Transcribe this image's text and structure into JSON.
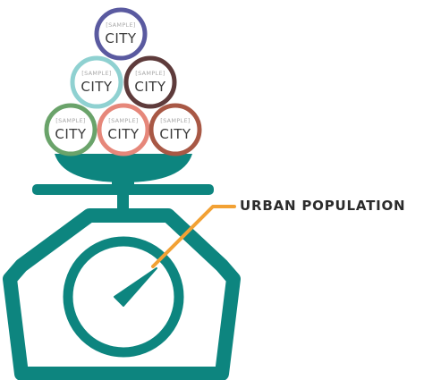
{
  "coin": {
    "small_label": "[SAMPLE]",
    "big_label": "CITY"
  },
  "callout": {
    "label": "URBAN POPULATION"
  },
  "colors": {
    "scale": "#0d857f",
    "callout_line": "#f2a134",
    "coin_text": "#3a3a3a",
    "coin_small_text": "#a9a9a9",
    "coins": {
      "top": "#5a5aa0",
      "middle_left": "#8fd1d1",
      "middle_right": "#5e3b3b",
      "bottom_left": "#6aa36a",
      "bottom_center": "#e6877a",
      "bottom_right": "#a85845"
    }
  },
  "icons": [
    "scale-icon",
    "gauge-needle-icon",
    "coin-icon"
  ]
}
